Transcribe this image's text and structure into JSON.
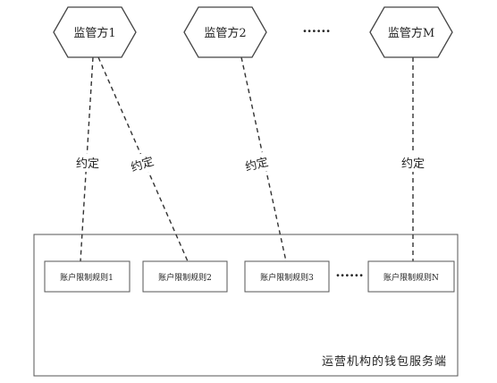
{
  "regulators": [
    {
      "id": "r1",
      "label": "监管方1"
    },
    {
      "id": "r2",
      "label": "监管方2"
    },
    {
      "id": "rm",
      "label": "监管方M"
    }
  ],
  "regulator_ellipsis": "······",
  "rules": [
    {
      "id": "a1",
      "label": "账户限制规则1"
    },
    {
      "id": "a2",
      "label": "账户限制规则2"
    },
    {
      "id": "a3",
      "label": "账户限制规则3"
    },
    {
      "id": "an",
      "label": "账户限制规则N"
    }
  ],
  "rule_ellipsis": "······",
  "links": [
    {
      "from": "r1",
      "to": "a1",
      "label": "约定"
    },
    {
      "from": "r1",
      "to": "a2",
      "label": "约定"
    },
    {
      "from": "r2",
      "to": "a3",
      "label": "约定"
    },
    {
      "from": "rm",
      "to": "an",
      "label": "约定"
    }
  ],
  "service_label": "运营机构的钱包服务端"
}
